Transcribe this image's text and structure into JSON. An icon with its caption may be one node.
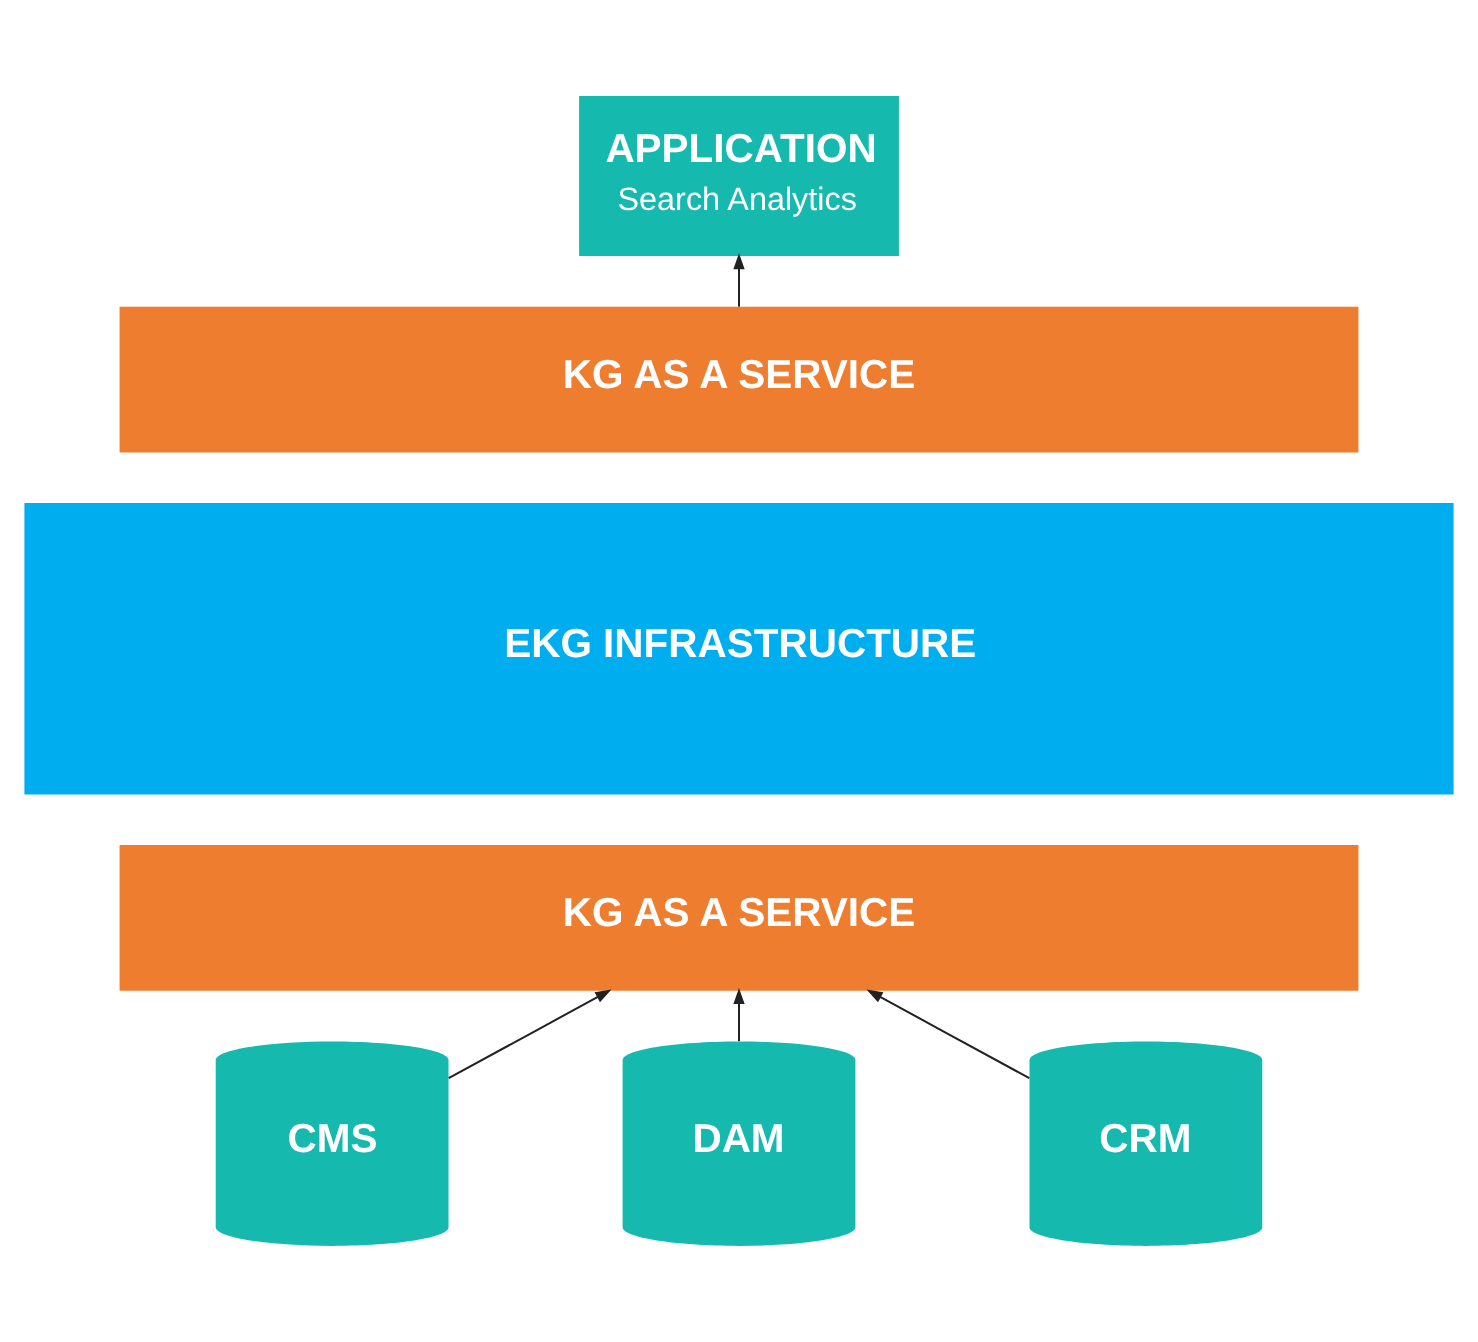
{
  "diagram": {
    "nodes": [
      {
        "text": [
          "APPLICATION",
          "Search Analytics"
        ]
      },
      {
        "text": [
          "KG AS A SERVICE"
        ]
      },
      {
        "text": [
          "EKG INFRASTRUCTURE"
        ]
      },
      {
        "text": [
          "KG AS A SERVICE"
        ]
      },
      {
        "text": [
          "CMS"
        ]
      },
      {
        "text": [
          "DAM"
        ]
      },
      {
        "text": [
          "CRM"
        ]
      }
    ],
    "edges": [
      {
        "from": 1,
        "to": 0,
        "arrow": "to"
      },
      {
        "from": 4,
        "to": 3,
        "arrow": "to"
      },
      {
        "from": 5,
        "to": 3,
        "arrow": "to"
      },
      {
        "from": 6,
        "to": 3,
        "arrow": "to"
      }
    ]
  }
}
